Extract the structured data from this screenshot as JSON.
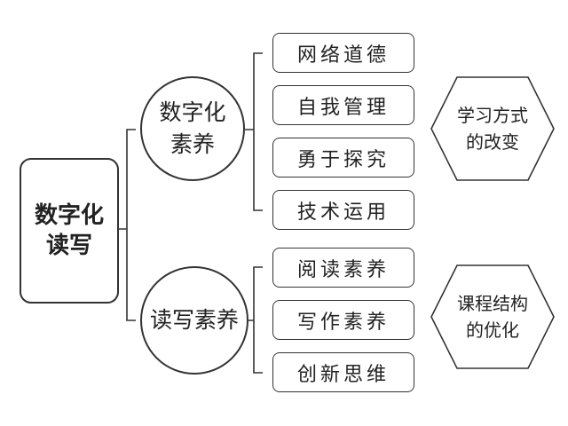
{
  "root": {
    "lines": [
      "数字化",
      "读写"
    ]
  },
  "branches": [
    {
      "label_lines": [
        "数字化",
        "素养"
      ],
      "children": [
        "网络道德",
        "自我管理",
        "勇于探究",
        "技术运用"
      ],
      "outcome_lines": [
        "学习方式",
        "的改变"
      ]
    },
    {
      "label_lines": [
        "读写素养"
      ],
      "children": [
        "阅读素养",
        "写作素养",
        "创新思维"
      ],
      "outcome_lines": [
        "课程结构",
        "的优化"
      ]
    }
  ]
}
